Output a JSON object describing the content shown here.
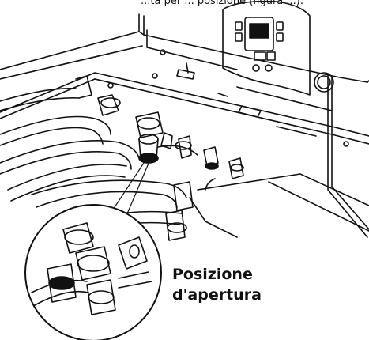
{
  "header": {
    "cropped_text": "...ta per ... posizione (figura ...)."
  },
  "callout": {
    "line1": "Posizione",
    "line2": "d'apertura"
  },
  "colors": {
    "ink": "#111111",
    "paper": "#ffffff"
  },
  "icons": [
    "boiler-body",
    "control-panel",
    "valve-assembly",
    "magnified-valve",
    "pipe"
  ]
}
